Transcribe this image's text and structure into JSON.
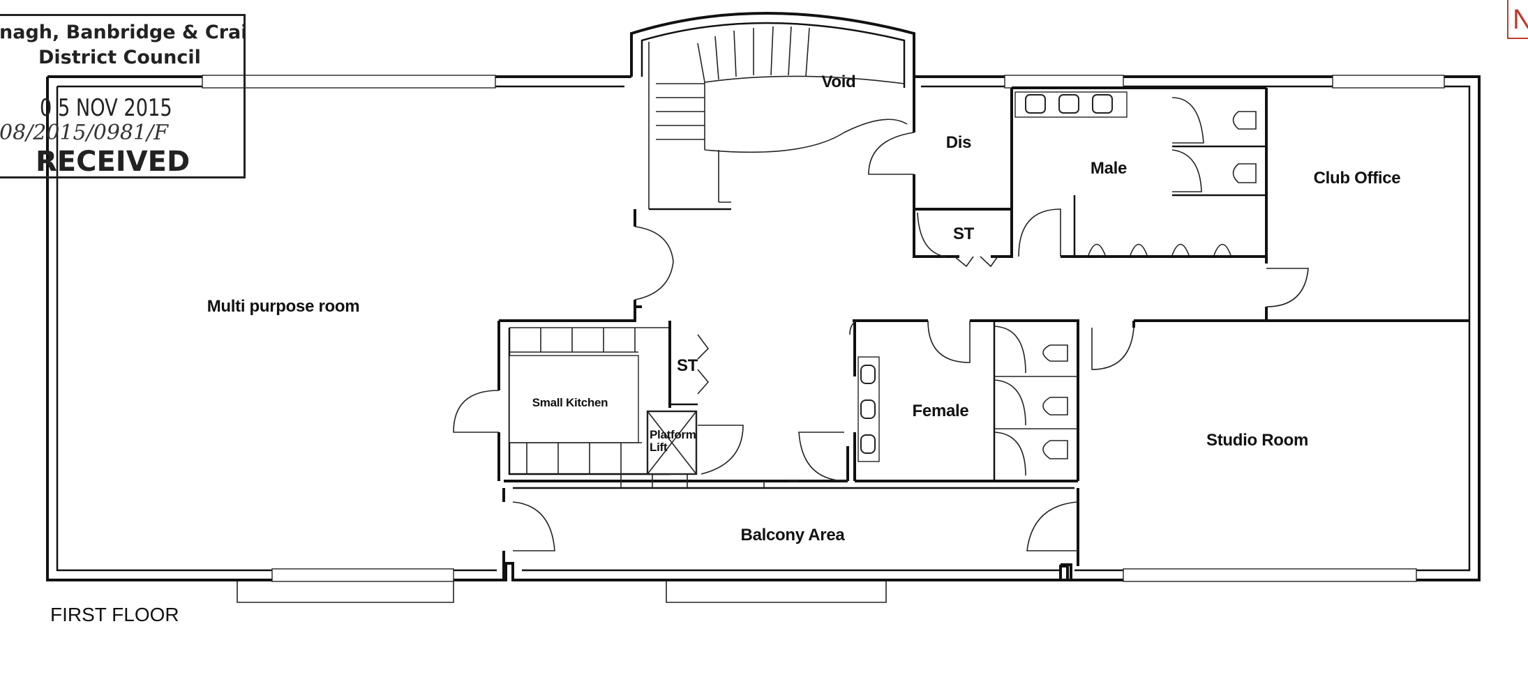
{
  "stamp": {
    "line1": "nagh, Banbridge & Craigavon",
    "line2": "District Council",
    "date": "0 5 NOV 2015",
    "reference": "08/2015/0981/F",
    "received": "RECEIVED"
  },
  "north_mark": {
    "letter": "N",
    "color": "#c0392b"
  },
  "rooms": {
    "void": "Void",
    "dis": "Dis",
    "male": "Male",
    "club_office": "Club Office",
    "st_top": "ST",
    "multi_purpose": "Multi purpose room",
    "small_kitchen": "Small Kitchen",
    "st_mid": "ST",
    "platform_lift": "Platform Lift",
    "female": "Female",
    "studio_room": "Studio Room",
    "balcony": "Balcony Area"
  },
  "floor_title": "FIRST FLOOR"
}
